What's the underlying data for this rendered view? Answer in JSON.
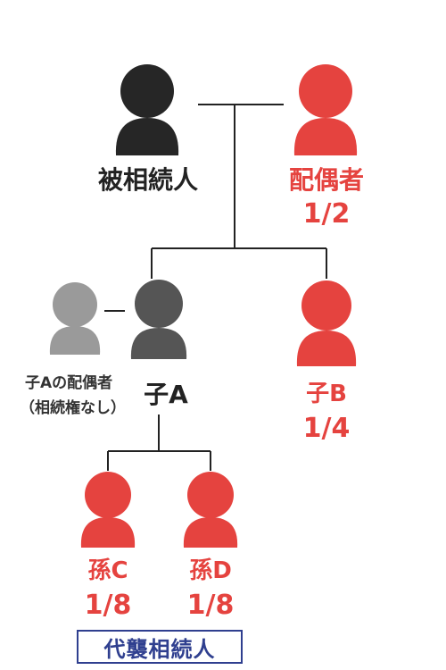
{
  "colors": {
    "deceased": "#262626",
    "spouse_of_child": "#9a9a9a",
    "child_a": "#555555",
    "heir": "#e5433f",
    "line": "#222222",
    "badge": "#2f3f8f"
  },
  "people": {
    "deceased": {
      "name": "被相続人"
    },
    "spouse": {
      "name": "配偶者",
      "share": "1/2"
    },
    "child_a": {
      "name": "子A"
    },
    "child_a_spouse": {
      "name": "子Aの配偶者",
      "note": "（相続権なし）"
    },
    "child_b": {
      "name": "子B",
      "share": "1/4"
    },
    "grandchild_c": {
      "name": "孫C",
      "share": "1/8"
    },
    "grandchild_d": {
      "name": "孫D",
      "share": "1/8"
    }
  },
  "badge": {
    "label": "代襲相続人"
  }
}
